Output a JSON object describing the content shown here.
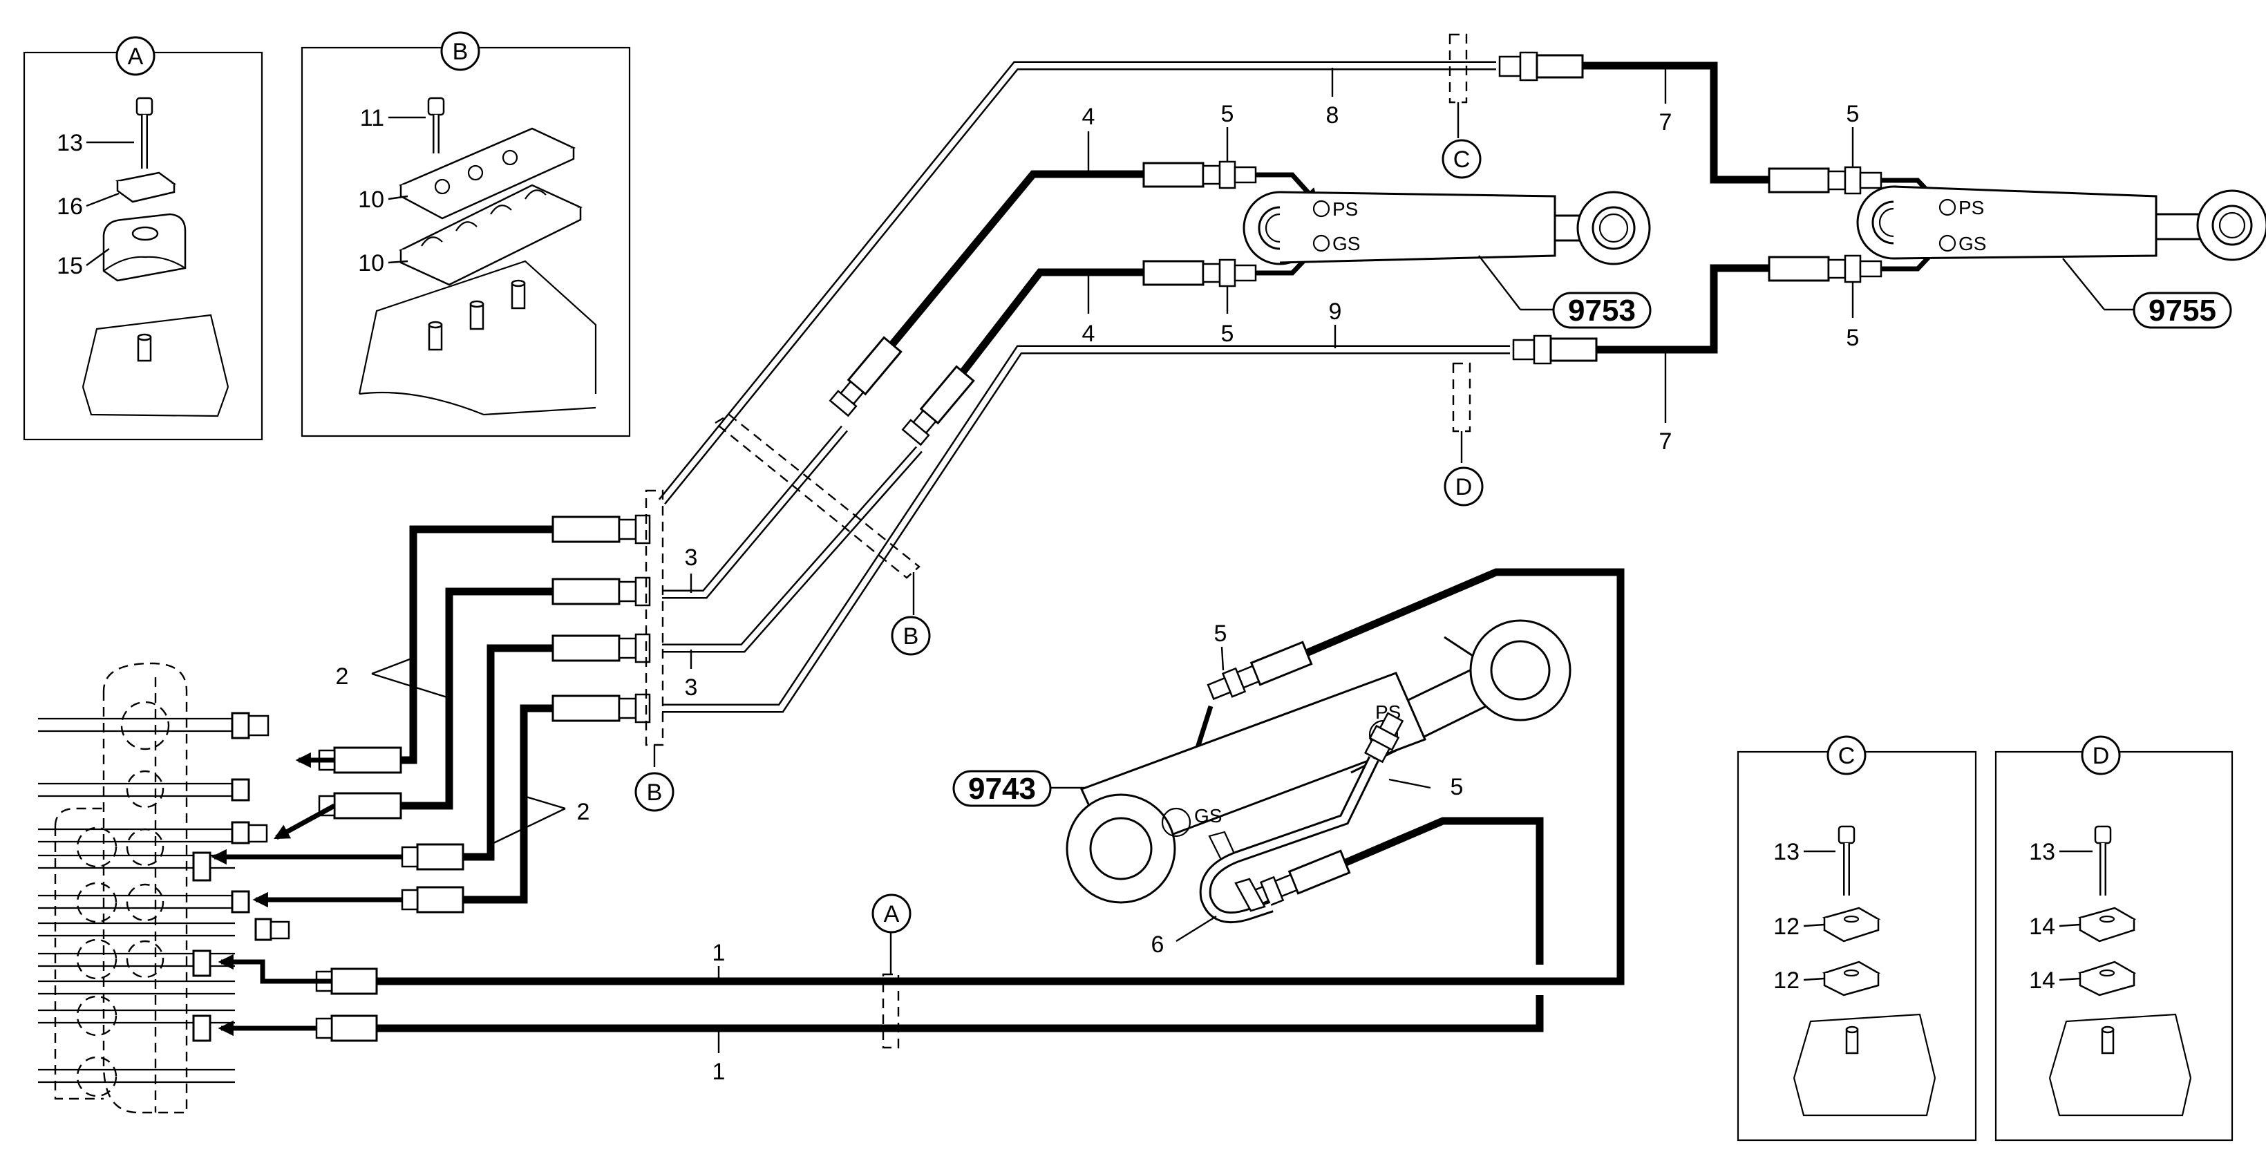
{
  "insets": {
    "A": {
      "letter": "A",
      "labels": [
        "13",
        "16",
        "15"
      ]
    },
    "B": {
      "letter": "B",
      "labels": [
        "11",
        "10",
        "10"
      ]
    },
    "C": {
      "letter": "C",
      "labels": [
        "13",
        "12",
        "12"
      ]
    },
    "D": {
      "letter": "D",
      "labels": [
        "13",
        "14",
        "14"
      ]
    }
  },
  "cylinders": {
    "c9753": {
      "ref": "9753",
      "port_ps": "PS",
      "port_gs": "GS"
    },
    "c9755": {
      "ref": "9755",
      "port_ps": "PS",
      "port_gs": "GS"
    },
    "c9743": {
      "ref": "9743",
      "port_ps": "PS",
      "port_gs": "GS"
    }
  },
  "markers": {
    "A": "A",
    "B": "B",
    "C": "C",
    "D": "D"
  },
  "part_labels": {
    "p1a": "1",
    "p1b": "1",
    "p2a": "2",
    "p2b": "2",
    "p3a": "3",
    "p3b": "3",
    "p4a": "4",
    "p4b": "4",
    "p5a": "5",
    "p5b": "5",
    "p5c": "5",
    "p5d": "5",
    "p5e": "5",
    "p5f": "5",
    "p6": "6",
    "p7a": "7",
    "p7b": "7",
    "p8": "8",
    "p9": "9"
  }
}
